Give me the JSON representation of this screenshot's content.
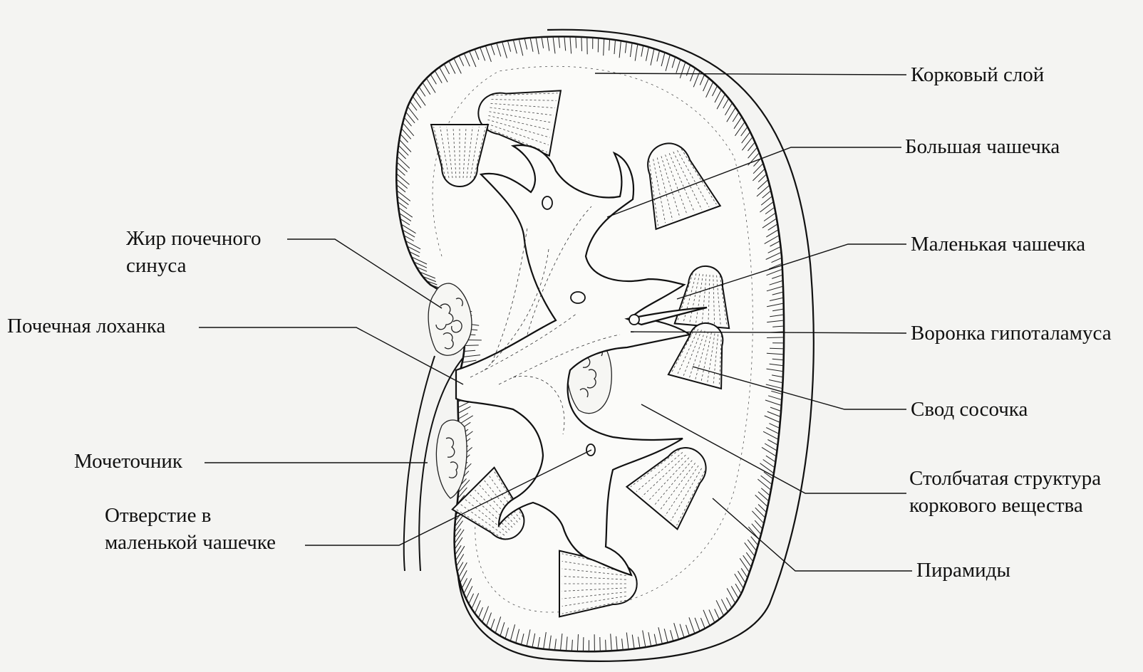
{
  "labels": {
    "cortex": "Корковый слой",
    "major_calyx": "Большая чашечка",
    "minor_calyx": "Маленькая чашечка",
    "infundibulum": "Воронка гипоталамуса",
    "papilla_fornix": "Свод сосочка",
    "renal_column": [
      "Столбчатая структура",
      "коркового вещества"
    ],
    "pyramids": "Пирамиды",
    "sinus_fat": [
      "Жир почечного",
      "синуса"
    ],
    "renal_pelvis": "Почечная лоханка",
    "ureter": "Мочеточник",
    "calyx_opening": [
      "Отверстие в",
      "маленькой чашечке"
    ]
  },
  "colors": {
    "ink": "#111111",
    "paper": "#f4f4f2",
    "kidney_fill": "#fbfbf9"
  }
}
